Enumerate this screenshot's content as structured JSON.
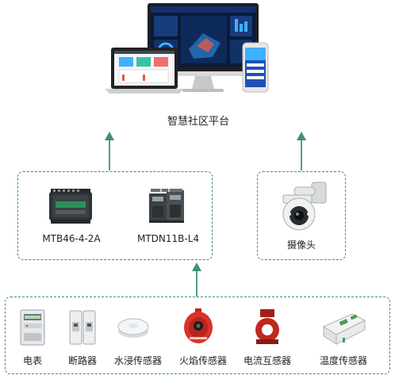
{
  "platform": {
    "label": "智慧社区平台"
  },
  "gateways": [
    {
      "label": "MTB46-4-2A"
    },
    {
      "label": "MTDN11B-L4"
    }
  ],
  "camera": {
    "label": "摄像头"
  },
  "sensors": [
    {
      "label": "电表"
    },
    {
      "label": "断路器"
    },
    {
      "label": "水浸传感器"
    },
    {
      "label": "火焰传感器"
    },
    {
      "label": "电流互感器"
    },
    {
      "label": "温度传感器"
    }
  ],
  "colors": {
    "arrow": "#3f8f7f",
    "border": "#3f8f7f"
  }
}
